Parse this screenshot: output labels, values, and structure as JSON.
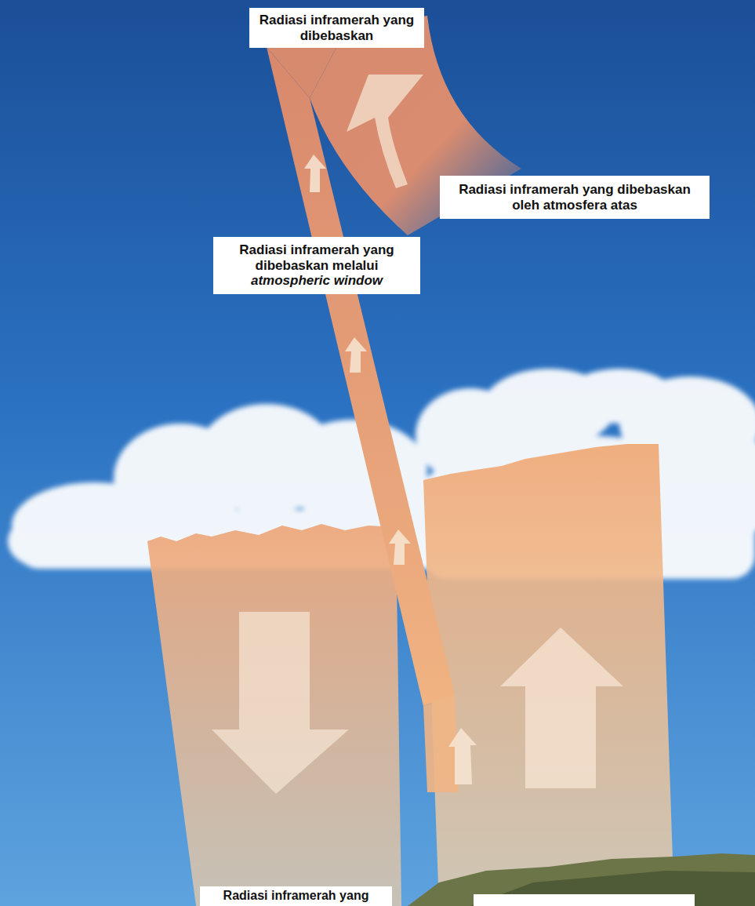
{
  "diagram": {
    "nodes": [
      {
        "text": [
          "Radiasi inframerah yang dibebaskan"
        ]
      },
      {
        "text": [
          "Radiasi inframerah yang dibebaskan oleh atmosfera atas"
        ]
      },
      {
        "text": [
          "Radiasi inframerah yang dibebaskan melalui",
          "atmospheric window"
        ]
      },
      {
        "text": [
          "Radiasi inframerah yang"
        ]
      }
    ]
  }
}
